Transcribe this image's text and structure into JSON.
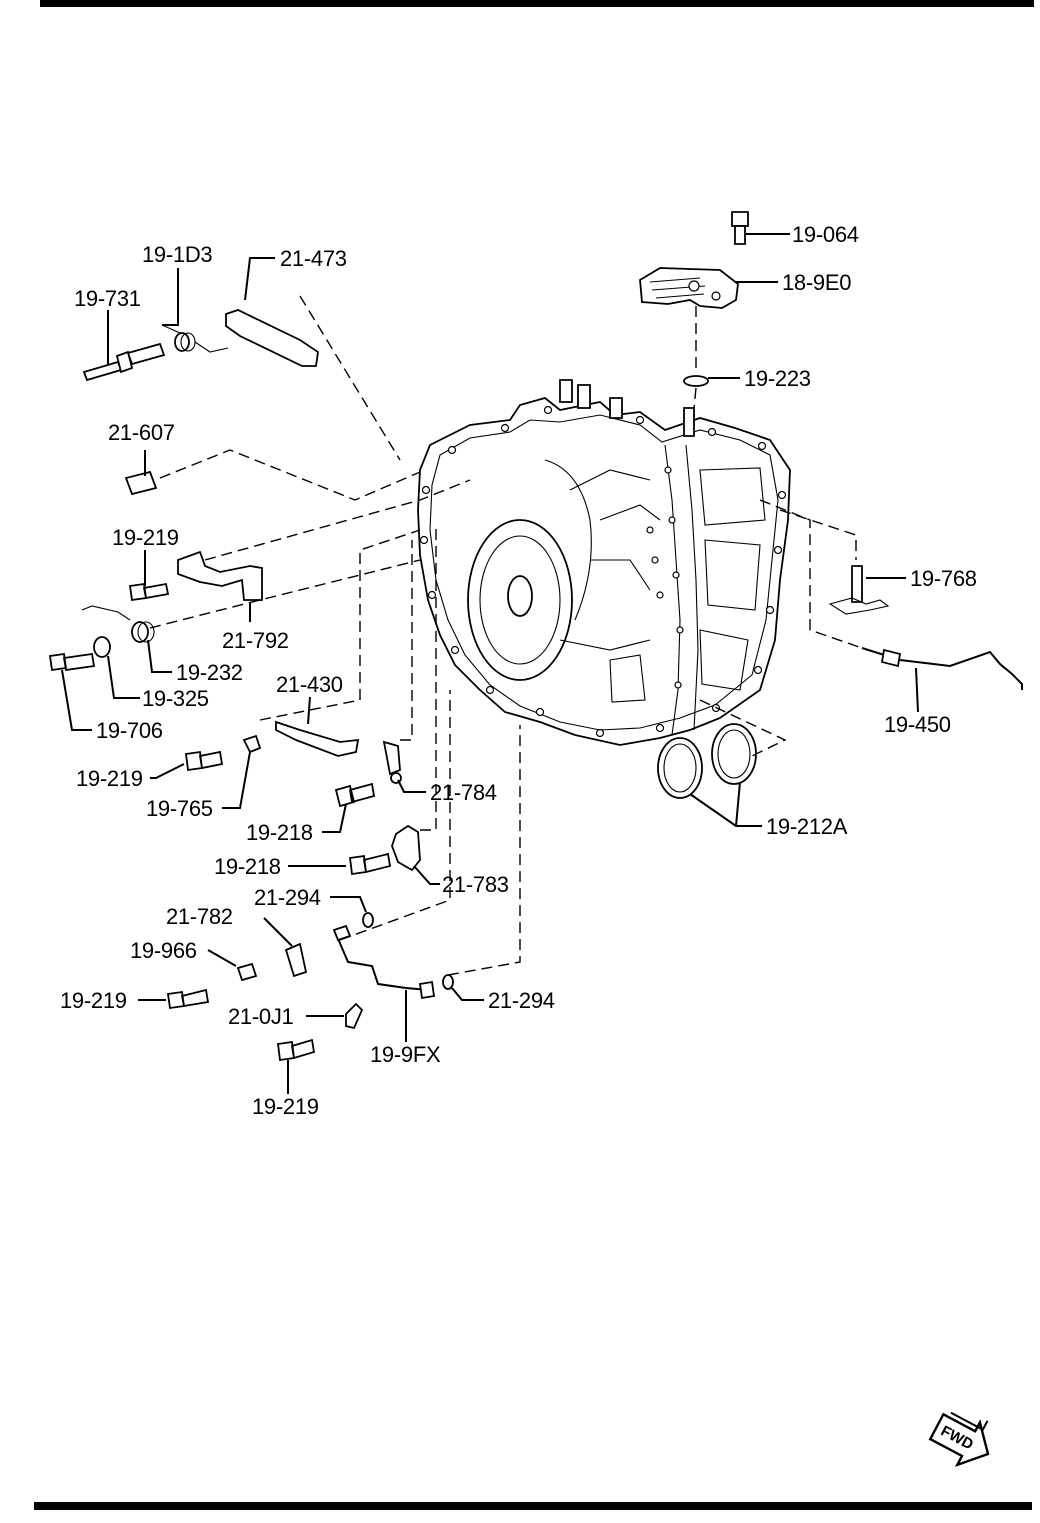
{
  "labels": {
    "p19_064": "19-064",
    "p18_9e0": "18-9E0",
    "p19_223": "19-223",
    "p19_1d3": "19-1D3",
    "p21_473": "21-473",
    "p19_731": "19-731",
    "p21_607": "21-607",
    "p19_219_a": "19-219",
    "p21_792": "21-792",
    "p19_232": "19-232",
    "p19_325": "19-325",
    "p19_706": "19-706",
    "p21_430": "21-430",
    "p19_219_b": "19-219",
    "p19_765": "19-765",
    "p21_784": "21-784",
    "p19_218_a": "19-218",
    "p19_218_b": "19-218",
    "p21_783": "21-783",
    "p21_294_a": "21-294",
    "p21_782": "21-782",
    "p19_966": "19-966",
    "p19_219_c": "19-219",
    "p21_0j1": "21-0J1",
    "p21_294_b": "21-294",
    "p19_9fx": "19-9FX",
    "p19_219_d": "19-219",
    "p19_768": "19-768",
    "p19_450": "19-450",
    "p19_212a": "19-212A"
  },
  "fwd_badge": "FWD",
  "icons": {
    "fwd": "fwd-arrow-icon"
  }
}
